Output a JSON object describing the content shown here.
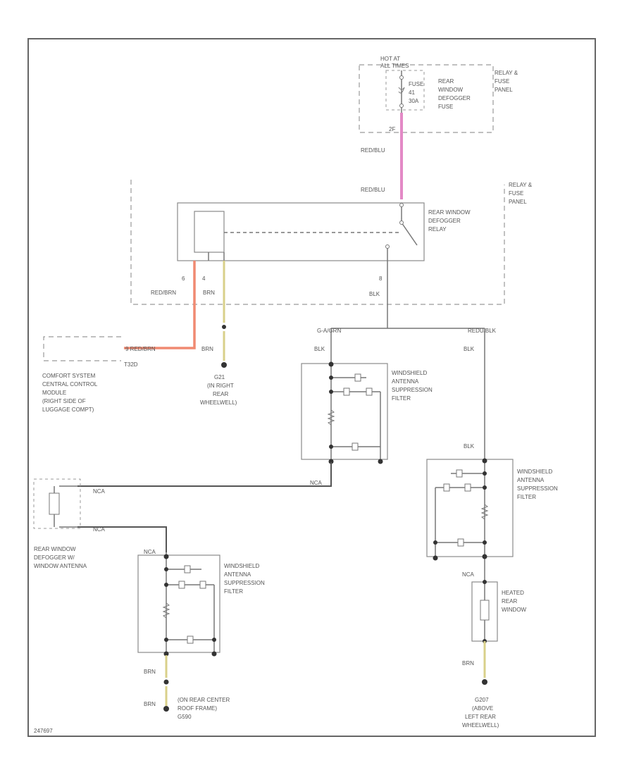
{
  "labels": {
    "hot_at": "HOT AT",
    "all_times": "ALL TIMES",
    "fuse_line1": "FUSE",
    "fuse_line2": "41",
    "fuse_line3": "30A",
    "rear_window_defogger_fuse_1": "REAR",
    "rear_window_defogger_fuse_2": "WINDOW",
    "rear_window_defogger_fuse_3": "DEFOGGER",
    "rear_window_defogger_fuse_4": "FUSE",
    "relay_fuse_panel_top_1": "RELAY &",
    "relay_fuse_panel_top_2": "FUSE",
    "relay_fuse_panel_top_3": "PANEL",
    "pin_2f": "2F",
    "wire_red_blu_1": "RED/BLU",
    "wire_red_blu_2": "RED/BLU",
    "relay_fuse_panel_mid_1": "RELAY &",
    "relay_fuse_panel_mid_2": "FUSE",
    "relay_fuse_panel_mid_3": "PANEL",
    "relay_name_1": "REAR WINDOW",
    "relay_name_2": "DEFOGGER",
    "relay_name_3": "RELAY",
    "pin_r1": "6",
    "pin_r2": "4",
    "pin_r3": "8",
    "wire_red_brn": "RED/BRN",
    "wire_brn_1": "BRN",
    "wire_blk_1": "BLK",
    "junction_left": "G-A/GRN",
    "junction_right": "REDU/BLK",
    "wire_blk_2": "BLK",
    "wire_blk_3": "BLK",
    "ccm_wire": "9  RED/BRN",
    "ccm_connector": "T32D",
    "ccm_1": "COMFORT SYSTEM",
    "ccm_2": "CENTRAL CONTROL",
    "ccm_3": "MODULE",
    "ccm_4": "(RIGHT SIDE OF",
    "ccm_5": "LUGGAGE COMPT)",
    "wire_brn_2": "BRN",
    "ground_g1_1": "G21",
    "ground_g1_2": "(IN RIGHT",
    "ground_g1_3": "REAR",
    "ground_g1_4": "WHEELWELL)",
    "filter_1_1": "WINDSHIELD",
    "filter_1_2": "ANTENNA",
    "filter_1_3": "SUPPRESSION",
    "filter_1_4": "FILTER",
    "wire_blk_4": "BLK",
    "wire_nca_1": "NCA",
    "wire_nca_2": "NCA",
    "wire_nca_3": "NCA",
    "filter_2_1": "WINDSHIELD",
    "filter_2_2": "ANTENNA",
    "filter_2_3": "SUPPRESSION",
    "filter_2_4": "FILTER",
    "defogger_antenna_1": "REAR WINDOW",
    "defogger_antenna_2": "DEFOGGER W/",
    "defogger_antenna_3": "WINDOW ANTENNA",
    "wire_nca_4": "NCA",
    "filter_3_1": "WINDSHIELD",
    "filter_3_2": "ANTENNA",
    "filter_3_3": "SUPPRESSION",
    "filter_3_4": "FILTER",
    "wire_nca_5": "NCA",
    "heated_rear_1": "HEATED",
    "heated_rear_2": "REAR",
    "heated_rear_3": "WINDOW",
    "wire_brn_3": "BRN",
    "wire_brn_4": "BRN",
    "ground_g2_1": "(ON REAR CENTER",
    "ground_g2_2": "ROOF FRAME)",
    "ground_g2_3": "G590",
    "wire_brn_5": "BRN",
    "ground_g3_1": "G207",
    "ground_g3_2": "(ABOVE",
    "ground_g3_3": "LEFT REAR",
    "ground_g3_4": "WHEELWELL)",
    "diagram_id": "247697"
  },
  "colors": {
    "wire_pink": "#e389c6",
    "wire_red": "#f08a72",
    "wire_yellow": "#d9d08a"
  }
}
